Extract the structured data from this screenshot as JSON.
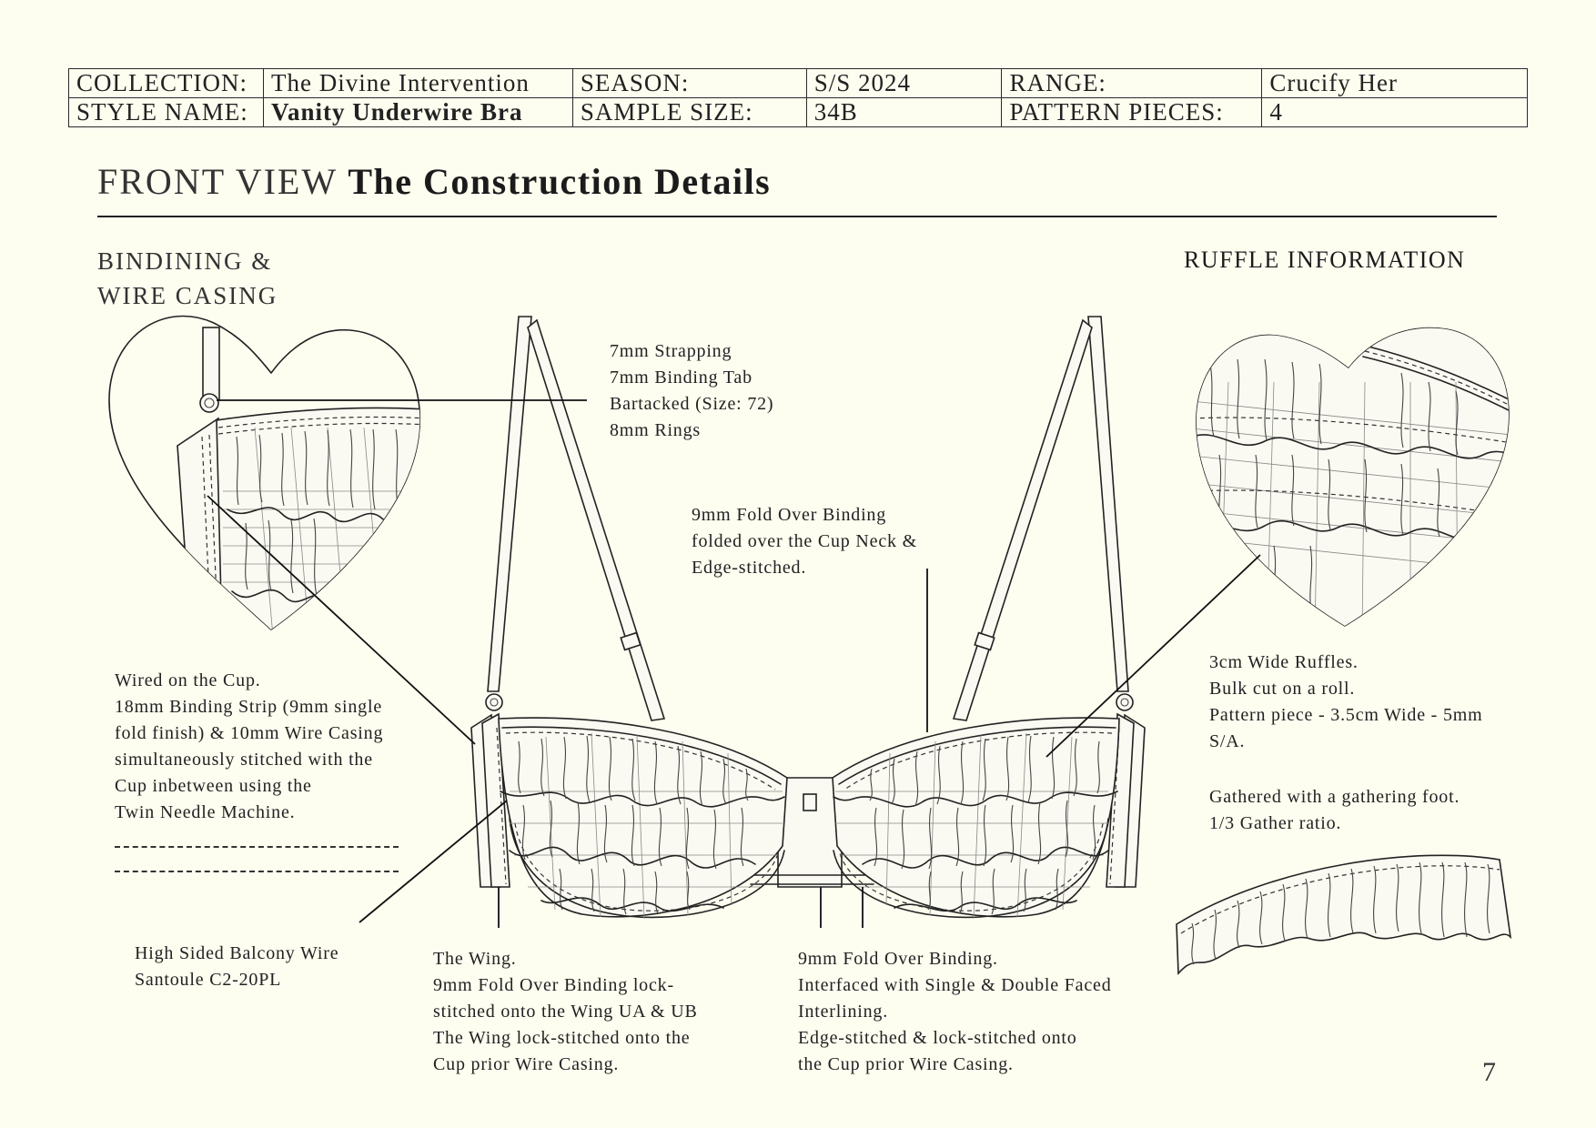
{
  "spec": {
    "collection_label": "COLLECTION:",
    "collection": "The Divine Intervention",
    "season_label": "SEASON:",
    "season": "S/S 2024",
    "range_label": "RANGE:",
    "range": "Crucify Her",
    "style_label": "STYLE NAME:",
    "style": "Vanity Underwire Bra",
    "sample_label": "SAMPLE SIZE:",
    "sample": "34B",
    "pieces_label": "PATTERN PIECES:",
    "pieces": "4"
  },
  "title": {
    "prefix": "FRONT VIEW",
    "main": "The Construction Details"
  },
  "sections": {
    "binding": [
      "BINDINING &",
      "WIRE CASING"
    ],
    "ruffle": "RUFFLE INFORMATION"
  },
  "notes": {
    "strapping": [
      "7mm Strapping",
      "7mm Binding Tab",
      "Bartacked (Size: 72)",
      "8mm Rings"
    ],
    "fold_binding": [
      "9mm Fold Over Binding",
      "folded over the Cup Neck &",
      "Edge-stitched."
    ],
    "wired": [
      "Wired on the Cup.",
      "18mm Binding Strip (9mm single",
      "fold finish) & 10mm Wire Casing",
      "simultaneously stitched with the",
      "Cup inbetween using the",
      "Twin Needle Machine."
    ],
    "balcony_wire": [
      "High Sided Balcony Wire",
      "Santoule C2-20PL"
    ],
    "wing": [
      "The Wing.",
      "9mm Fold Over Binding lock-",
      "stitched onto the Wing UA & UB",
      "The Wing lock-stitched onto the",
      "Cup prior Wire Casing."
    ],
    "interfaced": [
      "9mm Fold Over Binding.",
      "Interfaced with Single & Double Faced",
      "Interlining.",
      "Edge-stitched & lock-stitched onto",
      "the Cup prior Wire Casing."
    ],
    "ruffles": [
      "3cm Wide Ruffles.",
      "Bulk cut on a roll.",
      "Pattern piece - 3.5cm Wide - 5mm",
      "S/A."
    ],
    "gather": [
      "Gathered with a gathering foot.",
      "1/3 Gather ratio."
    ]
  },
  "page_number": "7"
}
